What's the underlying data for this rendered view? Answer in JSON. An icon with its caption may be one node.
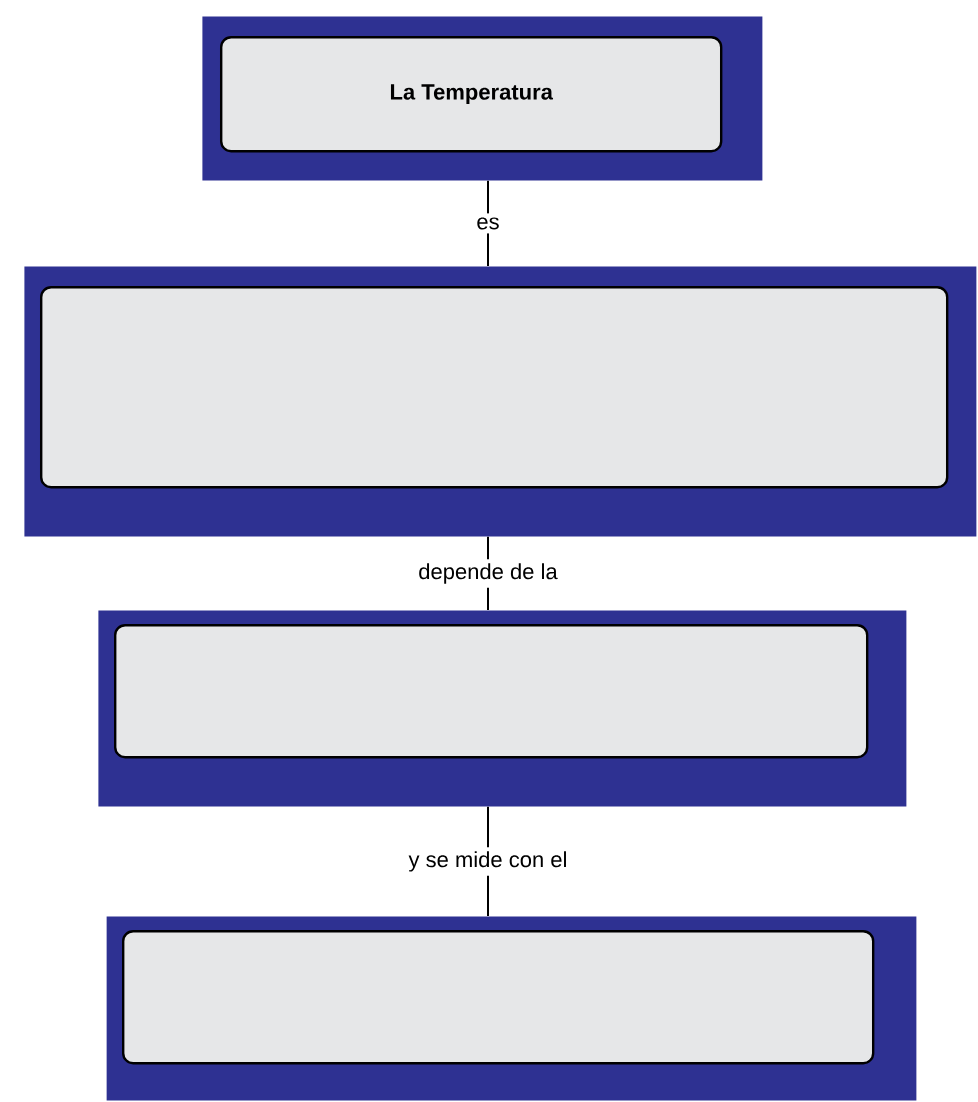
{
  "diagram": {
    "nodes": [
      {
        "text": [],
        "shape": "box"
      },
      {
        "text": [
          "La Temperatura"
        ],
        "in": 0
      },
      {
        "text": [],
        "shape": "box"
      },
      {
        "text": [],
        "shape": "box",
        "in": 2
      },
      {
        "text": [],
        "shape": "box"
      },
      {
        "text": [],
        "shape": "box",
        "in": 4
      },
      {
        "text": [],
        "shape": "box"
      },
      {
        "text": [],
        "shape": "box",
        "in": 6
      }
    ],
    "edges": [
      {
        "from": 0,
        "to": 2,
        "arrow": "none",
        "label": "es"
      },
      {
        "from": 2,
        "to": 4,
        "arrow": "none",
        "label": "depende de la"
      },
      {
        "from": 4,
        "to": 6,
        "arrow": "none",
        "label": "y se mide con el"
      }
    ]
  }
}
